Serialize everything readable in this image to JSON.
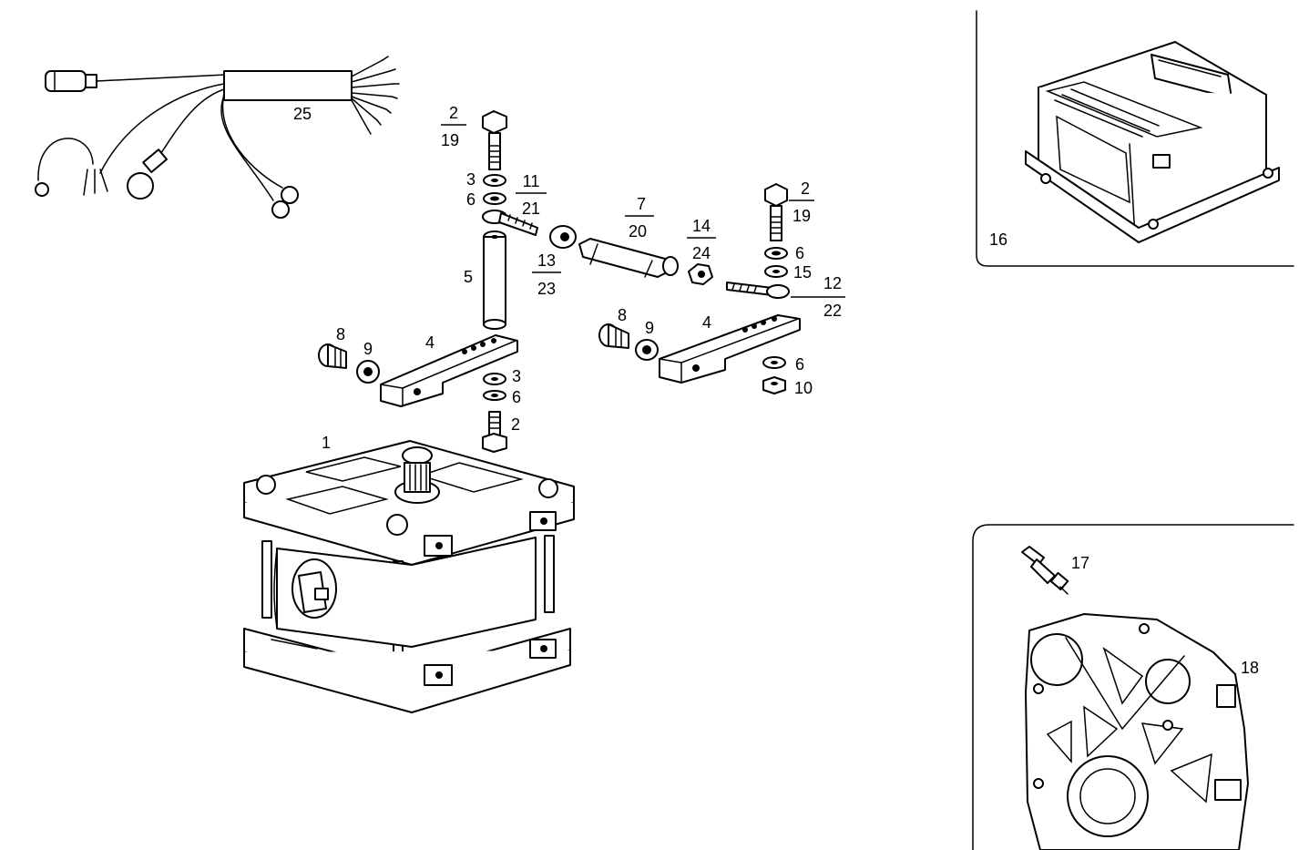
{
  "callouts": {
    "c1": "1",
    "c2a": "2",
    "c19a": "19",
    "c3a": "3",
    "c6a": "6",
    "c11": "11",
    "c21": "21",
    "c7": "7",
    "c20": "20",
    "c13": "13",
    "c23": "23",
    "c5": "5",
    "c14": "14",
    "c24": "24",
    "c2b": "2",
    "c19b": "19",
    "c6b": "6",
    "c15": "15",
    "c12": "12",
    "c22": "22",
    "c8a": "8",
    "c9a": "9",
    "c4a": "4",
    "c3b": "3",
    "c6c": "6",
    "c2c": "2",
    "c8b": "8",
    "c9b": "9",
    "c4b": "4",
    "c6d": "6",
    "c10": "10",
    "c25": "25",
    "c16": "16",
    "c17": "17",
    "c18": "18"
  },
  "colors": {
    "ink": "#000000",
    "paper": "#ffffff"
  }
}
